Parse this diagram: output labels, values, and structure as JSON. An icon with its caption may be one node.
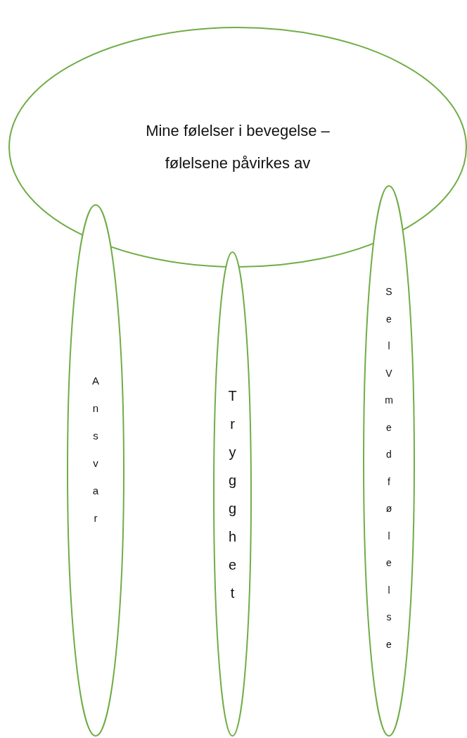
{
  "diagram": {
    "nodes": [
      {
        "text": [
          "Mine følelser i bevegelse – følelsene påvirkes av"
        ]
      },
      {
        "text": [
          "Ansvar"
        ]
      },
      {
        "text": [
          "Trygghet"
        ]
      },
      {
        "text": [
          "SelVmedfølelse"
        ]
      }
    ]
  }
}
